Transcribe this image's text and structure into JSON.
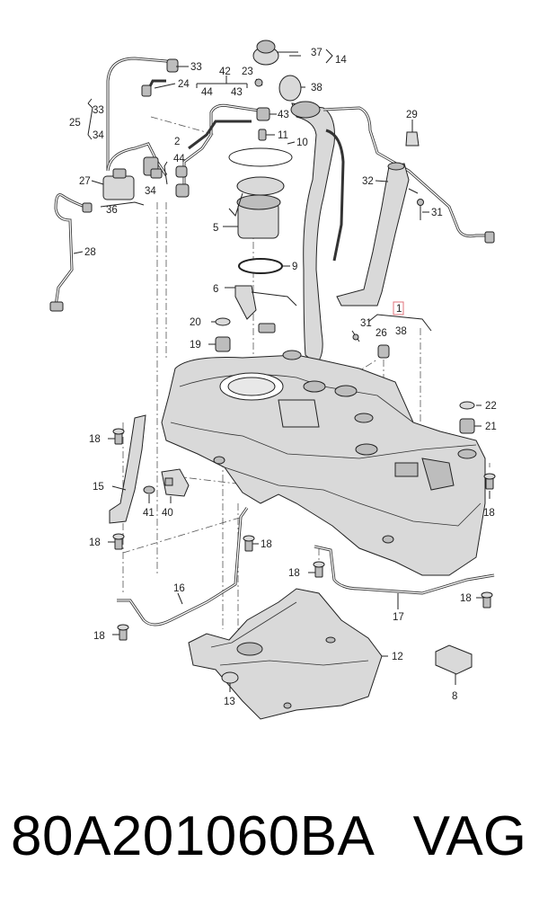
{
  "footer": {
    "part_number": "80A201060BA",
    "brand": "VAG"
  },
  "callouts": {
    "c1": "1",
    "c2": "2",
    "c5": "5",
    "c6": "6",
    "c8": "8",
    "c9": "9",
    "c10": "10",
    "c11": "11",
    "c12": "12",
    "c13": "13",
    "c14": "14",
    "c15": "15",
    "c16": "16",
    "c17": "17",
    "c18a": "18",
    "c18b": "18",
    "c18c": "18",
    "c18d": "18",
    "c18e": "18",
    "c18f": "18",
    "c18g": "18",
    "c19": "19",
    "c20": "20",
    "c21": "21",
    "c22": "22",
    "c23": "23",
    "c24": "24",
    "c25": "25",
    "c26": "26",
    "c27": "27",
    "c28": "28",
    "c29": "29",
    "c31a": "31",
    "c31b": "31",
    "c32": "32",
    "c33a": "33",
    "c33b": "33",
    "c34a": "34",
    "c34b": "34",
    "c36": "36",
    "c37": "37",
    "c38a": "38",
    "c38b": "38",
    "c40": "40",
    "c41": "41",
    "c42": "42",
    "c43a": "43",
    "c43b": "43",
    "c44a": "44",
    "c44b": "44"
  },
  "colors": {
    "line": "#222222",
    "part_fill": "#d9d9d9",
    "highlight_box": "#e0707a"
  }
}
